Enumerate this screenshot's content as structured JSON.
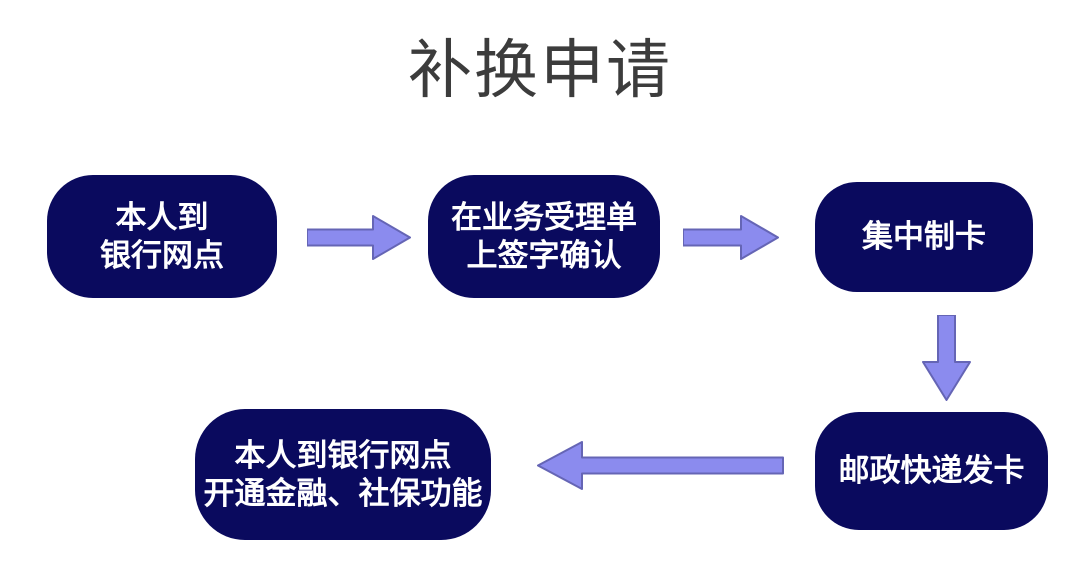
{
  "title": "补换申请",
  "colors": {
    "background": "#ffffff",
    "title_color": "#3c3c3c",
    "box_bg": "#0a0a5e",
    "box_text": "#ffffff",
    "arrow_fill": "#8b8bee",
    "arrow_border": "#6565b5"
  },
  "flow": {
    "nodes": [
      {
        "id": "step1",
        "lines": [
          "本人到",
          "银行网点"
        ]
      },
      {
        "id": "step2",
        "lines": [
          "在业务受理单",
          "上签字确认"
        ]
      },
      {
        "id": "step3",
        "lines": [
          "集中制卡"
        ]
      },
      {
        "id": "step4",
        "lines": [
          "邮政快递发卡"
        ]
      },
      {
        "id": "step5",
        "lines": [
          "本人到银行网点",
          "开通金融、社保功能"
        ]
      }
    ],
    "arrows": [
      {
        "from": "step1",
        "to": "step2",
        "direction": "right"
      },
      {
        "from": "step2",
        "to": "step3",
        "direction": "right"
      },
      {
        "from": "step3",
        "to": "step4",
        "direction": "down"
      },
      {
        "from": "step4",
        "to": "step5",
        "direction": "left"
      }
    ]
  }
}
